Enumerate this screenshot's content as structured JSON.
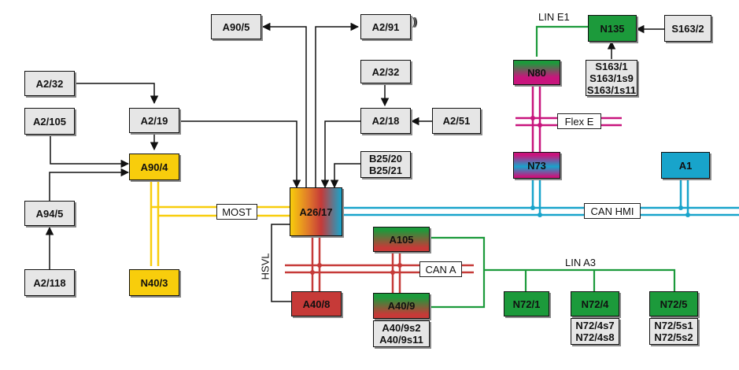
{
  "colors": {
    "most": "#f8cd0c",
    "can_hmi": "#18a4cb",
    "can_a": "#c63a38",
    "flex_e": "#c8157d",
    "lin": "#1c9a3b",
    "wire": "#111111",
    "box_grey": "#e6e6e6"
  },
  "icons": {
    "antenna": "radio-waves-icon"
  },
  "components": {
    "a90_5": "A90/5",
    "a2_91": "A2/91",
    "a2_32_top": "A2/32",
    "a2_32_mid": "A2/32",
    "a2_19": "A2/19",
    "a2_105": "A2/105",
    "a90_4": "A90/4",
    "a94_5": "A94/5",
    "a2_118": "A2/118",
    "n40_3": "N40/3",
    "a2_18": "A2/18",
    "a2_51": "A2/51",
    "b25": [
      "B25/20",
      "B25/21"
    ],
    "a26_17": "A26/17",
    "a40_8": "A40/8",
    "a105": "A105",
    "a40_9": "A40/9",
    "a40_9_switches": [
      "A40/9s2",
      "A40/9s11"
    ],
    "n80": "N80",
    "n135": "N135",
    "s163_2": "S163/2",
    "s163_list": [
      "S163/1",
      "S163/1s9",
      "S163/1s11"
    ],
    "n73": "N73",
    "a1": "A1",
    "n72_1": "N72/1",
    "n72_4": "N72/4",
    "n72_4_switches": [
      "N72/4s7",
      "N72/4s8"
    ],
    "n72_5": "N72/5",
    "n72_5_switches": [
      "N72/5s1",
      "N72/5s2"
    ]
  },
  "bus_labels": {
    "most": "MOST",
    "can_hmi": "CAN HMI",
    "can_a": "CAN A",
    "flex_e": "Flex E",
    "lin_e1": "LIN E1",
    "lin_a3": "LIN A3",
    "hsvl": "HSVL"
  }
}
